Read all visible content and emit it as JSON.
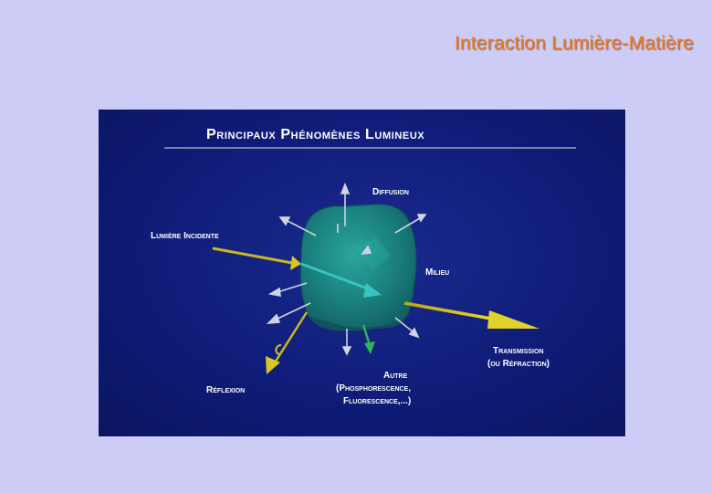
{
  "slide": {
    "title": "Interaction Lumière-Matière"
  },
  "diagram": {
    "heading": "Principaux Phénomènes Lumineux",
    "labels": {
      "diffusion": "Diffusion",
      "incident": "Lumière Incidente",
      "milieu": "Milieu",
      "transmission_line1": "Transmission",
      "transmission_line2": "(ou Réfraction)",
      "reflexion": "Réflexion",
      "autre_line1": "Autre",
      "autre_line2": "(Phosphorescence,",
      "autre_line3": "Fluorescence,...)"
    },
    "colors": {
      "background": "#0f1c78",
      "medium": "#1f8a86",
      "light_ray": "#d8c81e",
      "scatter_arrow": "#d0d4e0",
      "other_arrow": "#2fb35a",
      "title_orange": "#f07a16"
    }
  }
}
